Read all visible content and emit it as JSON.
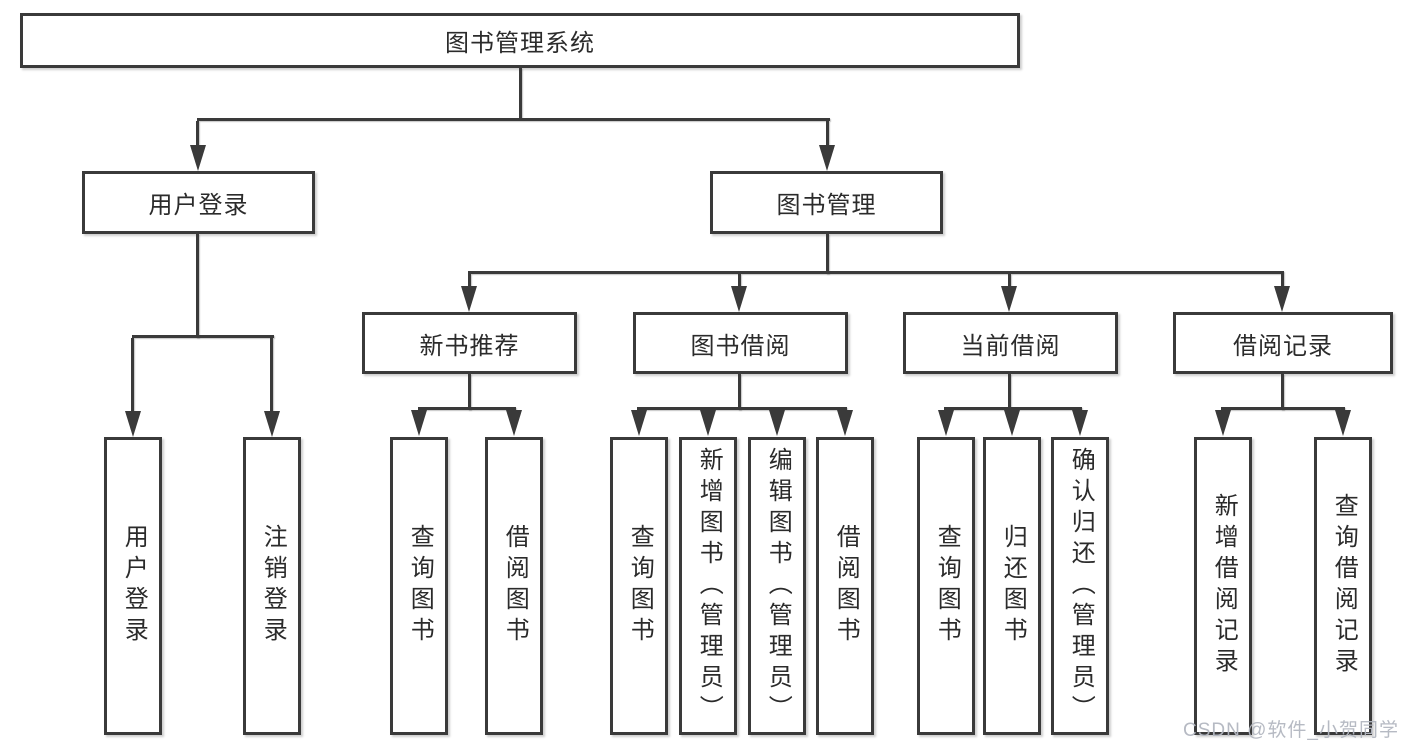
{
  "page": {
    "background": "#ffffff",
    "watermark": "CSDN @软件_小贺同学"
  },
  "diagram": {
    "type": "hierarchy-tree",
    "line_color": "#3a3a3a",
    "text_color": "#2b2b2b",
    "box_background": "#ffffff",
    "tree": {
      "root": "图书管理系统",
      "children": [
        {
          "label": "用户登录",
          "children": [
            "用户登录",
            "注销登录"
          ]
        },
        {
          "label": "图书管理",
          "children": [
            {
              "label": "新书推荐",
              "children": [
                "查询图书",
                "借阅图书"
              ]
            },
            {
              "label": "图书借阅",
              "children": [
                "查询图书",
                "新增图书（管理员）",
                "编辑图书（管理员）",
                "借阅图书"
              ]
            },
            {
              "label": "当前借阅",
              "children": [
                "查询图书",
                "归还图书",
                "确认归还（管理员）"
              ]
            },
            {
              "label": "借阅记录",
              "children": [
                "新增借阅记录",
                "查询借阅记录"
              ]
            }
          ]
        }
      ]
    }
  }
}
